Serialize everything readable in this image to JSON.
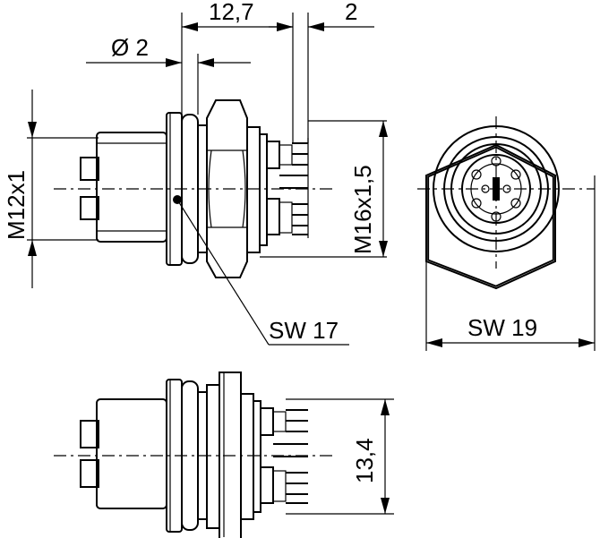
{
  "dimensions": {
    "pitch": "12,7",
    "pin_offset": "2",
    "led_diameter": "Ø 2",
    "thread_front": "M12x1",
    "thread_panel": "M16x1,5",
    "wrench_panel": "SW 17",
    "wrench_front": "SW 19",
    "height": "13,4"
  }
}
